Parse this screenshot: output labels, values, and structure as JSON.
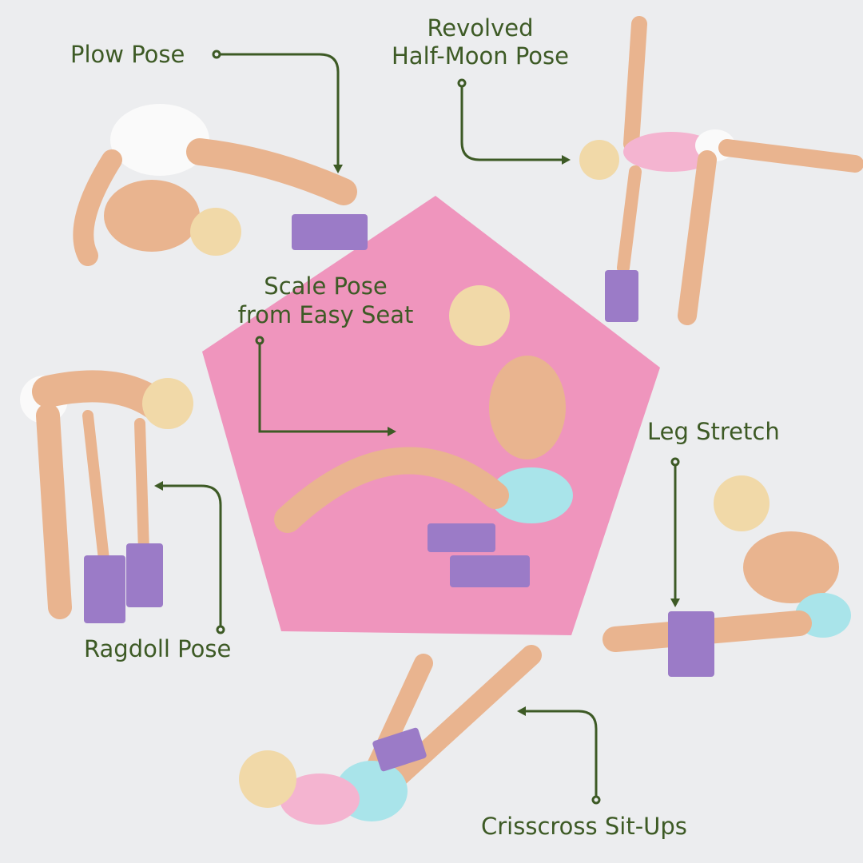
{
  "colors": {
    "text": "#3d5a25",
    "background": "#ecedef",
    "pentagon": "#ef95bd",
    "block": "#9b7bc7",
    "skin": "#e9b48f"
  },
  "labels": {
    "plow": "Plow Pose",
    "revolved_line1": "Revolved",
    "revolved_line2": "Half-Moon Pose",
    "scale_line1": "Scale Pose",
    "scale_line2": "from Easy Seat",
    "leg": "Leg Stretch",
    "ragdoll": "Ragdoll Pose",
    "crisscross": "Crisscross Sit-Ups"
  }
}
